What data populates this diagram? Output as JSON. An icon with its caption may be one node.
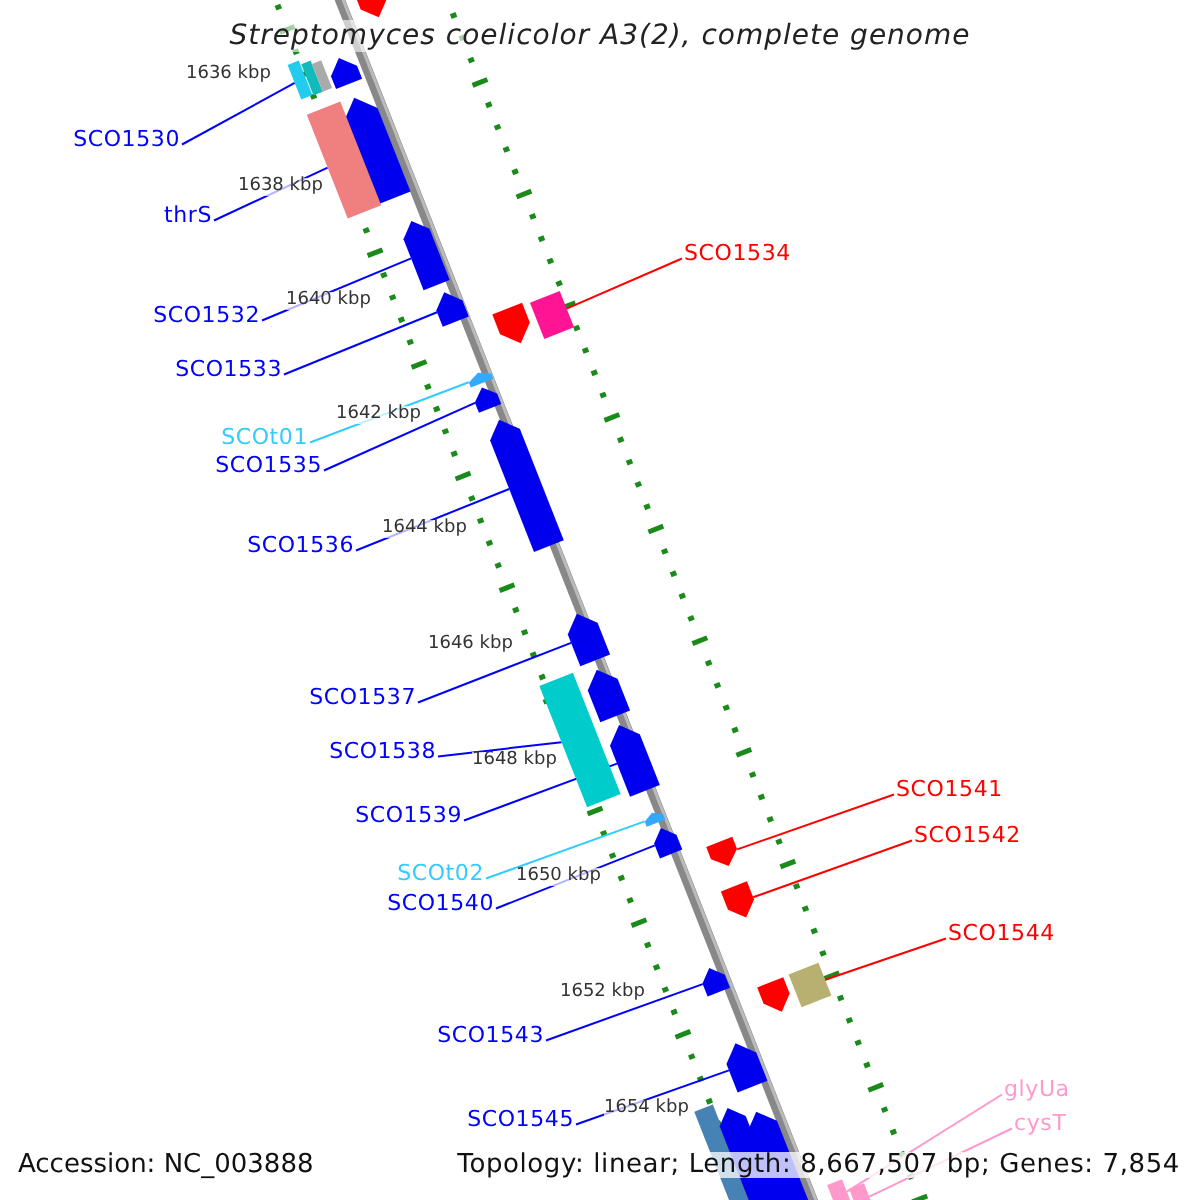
{
  "diagram": {
    "title": "Streptomyces coelicolor A3(2), complete genome",
    "nodes": [
      {
        "text": [
          "SCO1530"
        ]
      },
      {
        "text": [
          "thrS"
        ]
      },
      {
        "text": [
          "SCO1534"
        ]
      },
      {
        "text": [
          "SCO1532"
        ]
      },
      {
        "text": [
          "SCO1533"
        ]
      },
      {
        "text": [
          "SCOt01"
        ]
      },
      {
        "text": [
          "SCO1535"
        ]
      },
      {
        "text": [
          "SCO1536"
        ]
      },
      {
        "text": [
          "SCO1537"
        ]
      },
      {
        "text": [
          "SCO1538"
        ]
      },
      {
        "text": [
          "SCO1541"
        ]
      },
      {
        "text": [
          "SCO1539"
        ]
      },
      {
        "text": [
          "SCO1542"
        ]
      },
      {
        "text": [
          "SCOt02"
        ]
      },
      {
        "text": [
          "SCO1540"
        ]
      },
      {
        "text": [
          "SCO1544"
        ]
      },
      {
        "text": [
          "SCO1543"
        ]
      },
      {
        "text": [
          "glyUa"
        ]
      },
      {
        "text": [
          "SCO1545"
        ]
      },
      {
        "text": [
          "cysT"
        ]
      },
      {
        "text": [],
        "shape": "arrow"
      },
      {
        "text": [],
        "shape": "bar"
      },
      {
        "text": [],
        "shape": "bar"
      },
      {
        "text": [],
        "shape": "bar"
      },
      {
        "text": [],
        "shape": "arrow"
      },
      {
        "text": [],
        "shape": "arrow"
      },
      {
        "text": [],
        "shape": "bar"
      },
      {
        "text": [],
        "shape": "arrow"
      },
      {
        "text": [],
        "shape": "bar"
      },
      {
        "text": [],
        "shape": "arrow"
      },
      {
        "text": [],
        "shape": "arrow"
      },
      {
        "text": [],
        "shape": "arrow"
      },
      {
        "text": [],
        "shape": "arrow"
      },
      {
        "text": [],
        "shape": "arrow"
      },
      {
        "text": [],
        "shape": "arrow"
      },
      {
        "text": [],
        "shape": "arrow"
      },
      {
        "text": [],
        "shape": "bar"
      },
      {
        "text": [],
        "shape": "arrow"
      },
      {
        "text": [],
        "shape": "arrow"
      },
      {
        "text": [],
        "shape": "arrow"
      },
      {
        "text": [],
        "shape": "arrow"
      },
      {
        "text": [],
        "shape": "arrow"
      },
      {
        "text": [],
        "shape": "bar"
      },
      {
        "text": [],
        "shape": "arrow"
      },
      {
        "text": [],
        "shape": "arrow"
      },
      {
        "text": [],
        "shape": "arrow"
      },
      {
        "text": [],
        "shape": "bar"
      },
      {
        "text": [],
        "shape": "arrow"
      },
      {
        "text": [],
        "shape": "arrow"
      },
      {
        "text": [],
        "shape": "bar"
      },
      {
        "text": [],
        "shape": "bar"
      }
    ],
    "edges": [
      {
        "from": 0,
        "to": 21,
        "arrow": "none"
      },
      {
        "from": 1,
        "to": 26,
        "arrow": "none"
      },
      {
        "from": 2,
        "to": 28,
        "arrow": "none",
        "color": "#ff0000"
      },
      {
        "from": 3,
        "to": 27,
        "arrow": "none"
      },
      {
        "from": 4,
        "to": 29,
        "arrow": "none"
      },
      {
        "from": 5,
        "to": 31,
        "arrow": "none",
        "color": "#33ccff"
      },
      {
        "from": 6,
        "to": 32,
        "arrow": "none"
      },
      {
        "from": 7,
        "to": 33,
        "arrow": "none"
      },
      {
        "from": 8,
        "to": 34,
        "arrow": "none"
      },
      {
        "from": 9,
        "to": 36,
        "arrow": "none"
      },
      {
        "from": 10,
        "to": 40,
        "arrow": "none",
        "color": "#ff0000"
      },
      {
        "from": 11,
        "to": 37,
        "arrow": "none"
      },
      {
        "from": 12,
        "to": 41,
        "arrow": "none",
        "color": "#ff0000"
      },
      {
        "from": 13,
        "to": 38,
        "arrow": "none",
        "color": "#33ccff"
      },
      {
        "from": 14,
        "to": 39,
        "arrow": "none"
      },
      {
        "from": 15,
        "to": 42,
        "arrow": "none",
        "color": "#ff0000"
      },
      {
        "from": 16,
        "to": 43,
        "arrow": "none"
      },
      {
        "from": 17,
        "to": 49,
        "arrow": "none",
        "color": "#ff99cc"
      },
      {
        "from": 18,
        "to": 45,
        "arrow": "none"
      },
      {
        "from": 19,
        "to": 50,
        "arrow": "none",
        "color": "#ff99cc"
      }
    ],
    "labels": [
      "1636 kbp",
      "1638 kbp",
      "1640 kbp",
      "1642 kbp",
      "1644 kbp",
      "1646 kbp",
      "1648 kbp",
      "1650 kbp",
      "1652 kbp",
      "1654 kbp",
      "Accession: NC_003888",
      "Topology: linear; Length: 8,667,507 bp; Genes: 7,854"
    ]
  }
}
